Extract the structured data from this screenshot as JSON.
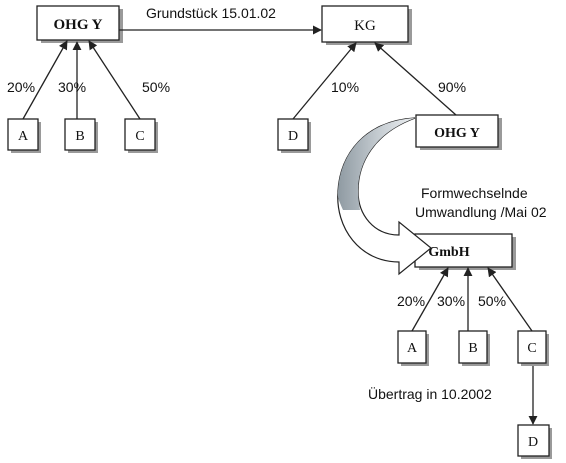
{
  "nodes": {
    "ohg_y_top": "OHG Y",
    "kg": "KG",
    "ohg_y_right": "OHG Y",
    "gmbh": "GmbH",
    "a_left": "A",
    "b_left": "B",
    "c_left": "C",
    "d_mid": "D",
    "a_bottom": "A",
    "b_bottom": "B",
    "c_bottom": "C",
    "d_bottom": "D"
  },
  "labels": {
    "grundstueck": "Grundstück 15.01.02",
    "pct_a_left": "20%",
    "pct_b_left": "30%",
    "pct_c_left": "50%",
    "pct_d_kg": "10%",
    "pct_ohg_kg": "90%",
    "formwechsel_line1": "Formwechselnde",
    "formwechsel_line2": "Umwandlung /Mai 02",
    "pct_a_gmbh": "20%",
    "pct_b_gmbh": "30%",
    "pct_c_gmbh": "50%",
    "uebertrag": "Übertrag in 10.2002"
  }
}
